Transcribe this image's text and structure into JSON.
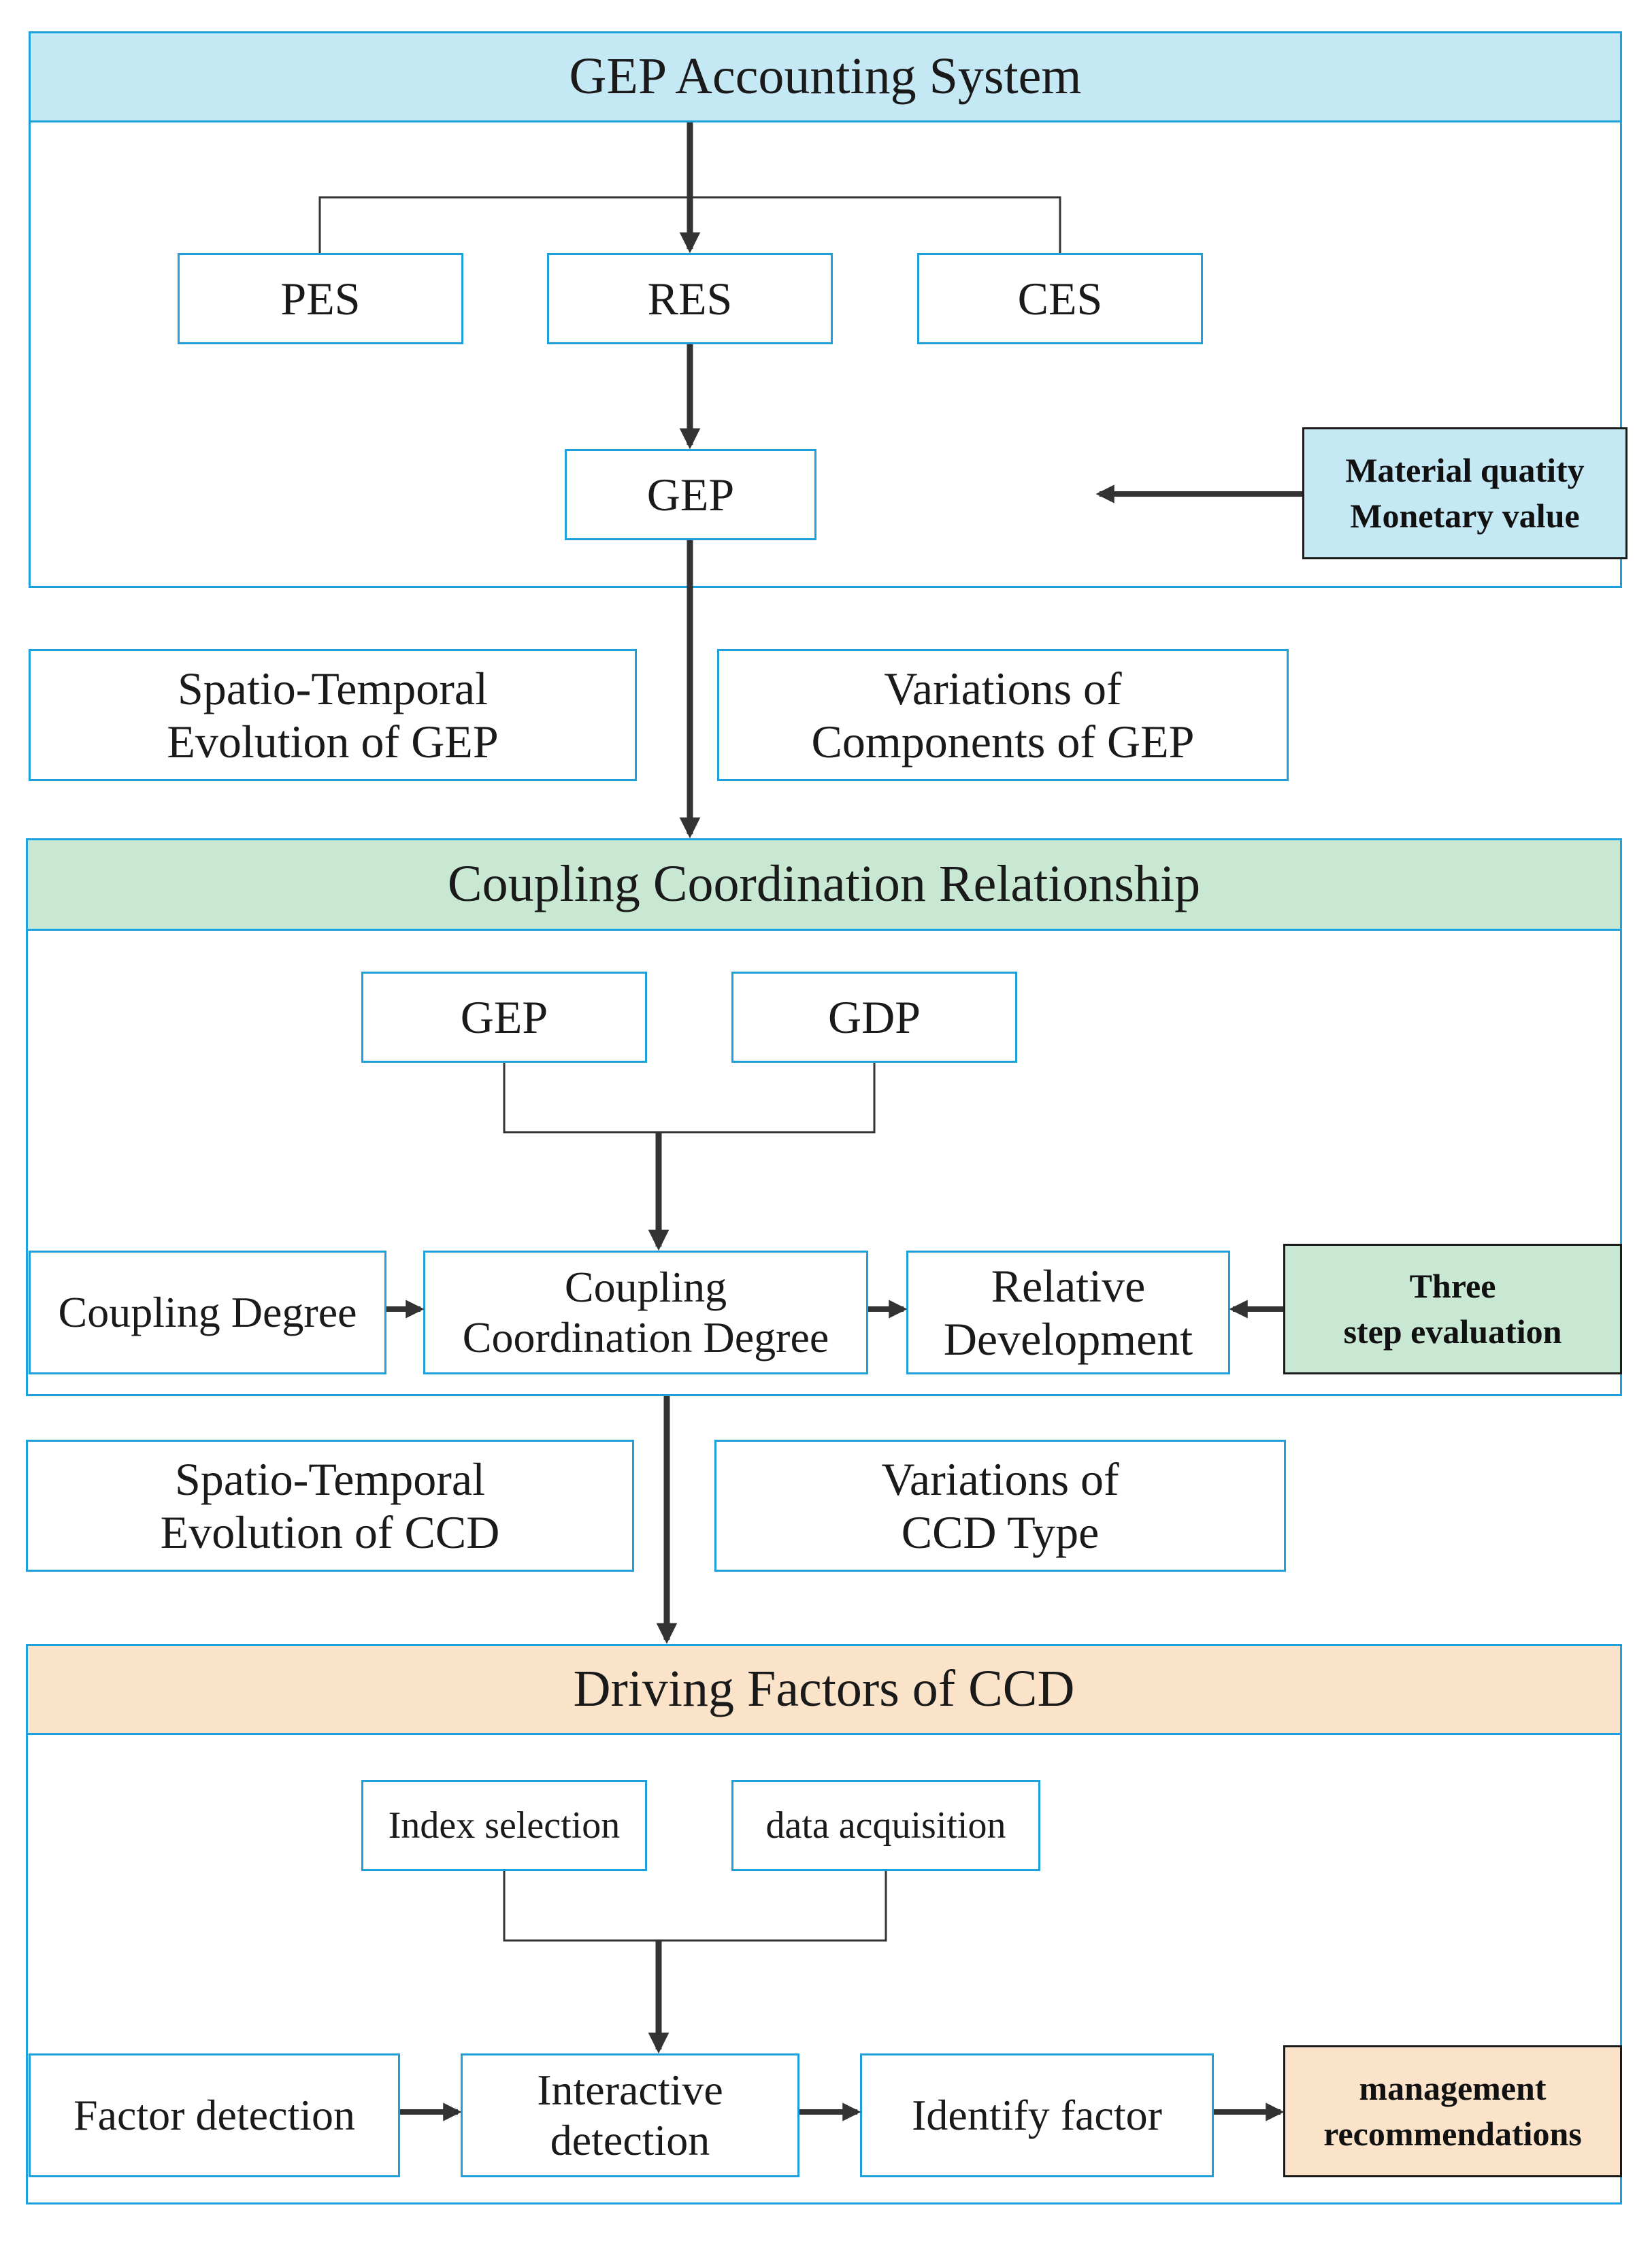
{
  "gep_accounting": {
    "title": "GEP Accounting System",
    "pes": "PES",
    "res": "RES",
    "ces": "CES",
    "gep": "GEP",
    "side_note": "Material  quatity\nMonetary value",
    "side_color": "#c5e8f5"
  },
  "gep_results": {
    "spatio_temporal": "Spatio-Temporal\nEvolution of GEP",
    "variations": "Variations of\nComponents of GEP"
  },
  "coupling": {
    "title": "Coupling  Coordination Relationship",
    "gep": "GEP",
    "gdp": "GDP",
    "coupling_degree": "Coupling Degree",
    "ccd": "Coupling\nCoordination Degree",
    "relative_development": "Relative\nDevelopment",
    "side_note": "Three\nstep evaluation",
    "side_color": "#c8e8d3"
  },
  "ccd_results": {
    "spatio_temporal": "Spatio-Temporal\nEvolution of CCD",
    "variations": "Variations of\nCCD Type"
  },
  "driving": {
    "title": "Driving Factors of CCD",
    "index_selection": "Index selection",
    "data_acquisition": "data acquisition",
    "factor_detection": "Factor detection",
    "interactive_detection": "Interactive\ndetection",
    "identify_factor": "Identify factor",
    "side_note": "management\nrecommendations",
    "side_color": "#fbe3c9"
  },
  "colors": {
    "border": "#1ea0dc",
    "arrow": "#333333"
  }
}
